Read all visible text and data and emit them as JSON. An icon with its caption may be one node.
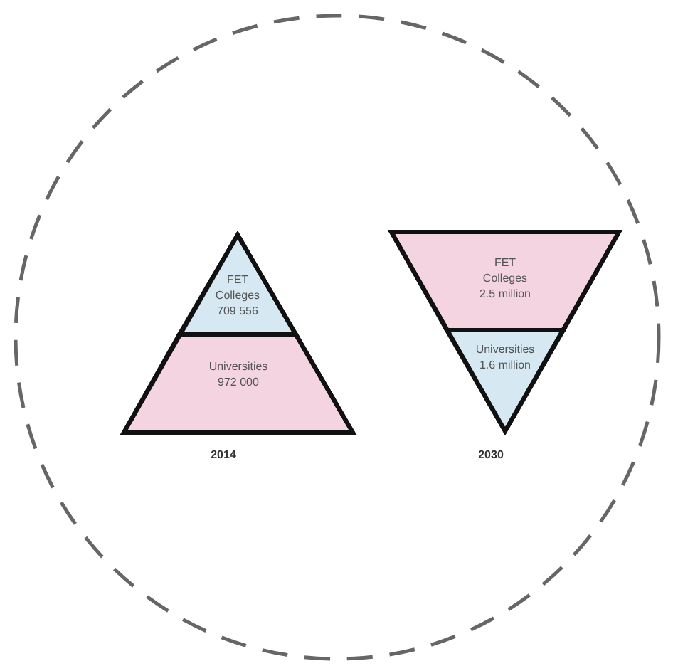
{
  "diagram": {
    "nodes": [
      {
        "text": [],
        "shape": "circle"
      },
      {
        "text": [],
        "shape": "triangle",
        "in": 0,
        "beside": [
          "2014"
        ]
      },
      {
        "text": [
          "FET Colleges 709 556"
        ],
        "in": 1
      },
      {
        "text": [
          "Universities 972 000"
        ],
        "in": 1
      },
      {
        "text": [],
        "shape": "triangle",
        "in": 0,
        "beside": [
          "2030"
        ]
      },
      {
        "text": [
          "FET Colleges 2.5 million"
        ],
        "in": 4
      },
      {
        "text": [
          "Universities 1.6 million"
        ],
        "in": 4
      }
    ]
  }
}
